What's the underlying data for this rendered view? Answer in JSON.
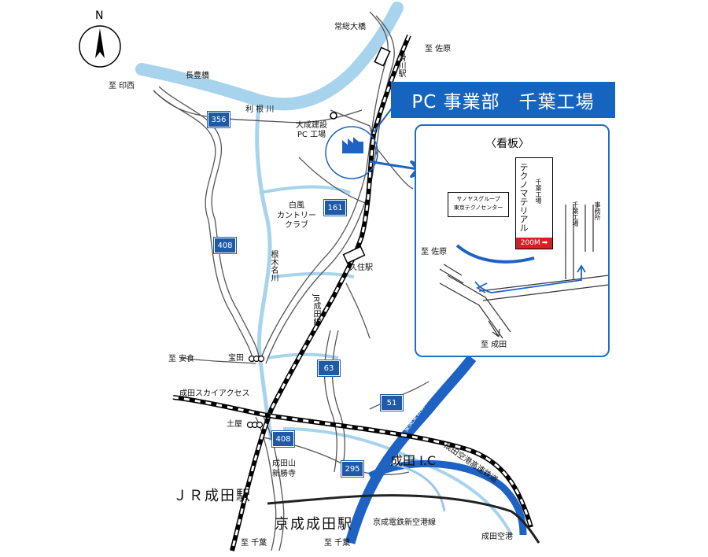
{
  "title": "PC 事業部　千葉工場",
  "north": "N",
  "labels": {
    "to_inzai": "至 印西",
    "chosei_bridge": "長豊橋",
    "joso_bridge": "常総大橋",
    "to_sawara_top": "至 佐原",
    "namegawa_station": "滑川駅",
    "tone_river": "利 根 川",
    "taisei_pc": "大成建設\nPC 工場",
    "shirakaze_cc": "白風\nカントリー\nクラブ",
    "negina_river": "根木名川",
    "kuzumi_station": "久住駅",
    "jr_narita_line": "JR成田線",
    "to_yasuzumi": "至 安食",
    "hoden": "宝田",
    "sky_access": "成田スカイアクセス",
    "tsuchiya": "土屋",
    "naritasan": "成田山\n新勝寺",
    "kuko_express": "成田空港高速鉄道",
    "narita_ic": "成田 I.C",
    "higashi_kanto": "東関東自動車道",
    "jr_narita_station": "ＪＲ成田駅",
    "keisei_narita_station": "京成成田駅",
    "keisei_line": "京成電鉄新空港線",
    "narita_airport": "成田空港",
    "to_chiba_1": "至 千葉",
    "to_chiba_2": "至 千葉"
  },
  "routes": {
    "r356": "356",
    "r161": "161",
    "r408a": "408",
    "r63": "63",
    "r51": "51",
    "r408b": "408",
    "r295": "295"
  },
  "inset": {
    "title": "〈看板〉",
    "sign_main": "テクノマテリアル",
    "sign_sub": "千葉工場",
    "sign_dist": "200M",
    "group_line1": "サノヤスグループ",
    "group_line2": "東京テクノセンター",
    "plant": "千葉工場",
    "office": "事務所",
    "to_sawara": "至 佐原",
    "to_narita": "至 成田"
  },
  "colors": {
    "river": "#a7d4ec",
    "accent": "#1565c0",
    "expressway": "#1e63c4",
    "sign_red": "#d81f26"
  }
}
